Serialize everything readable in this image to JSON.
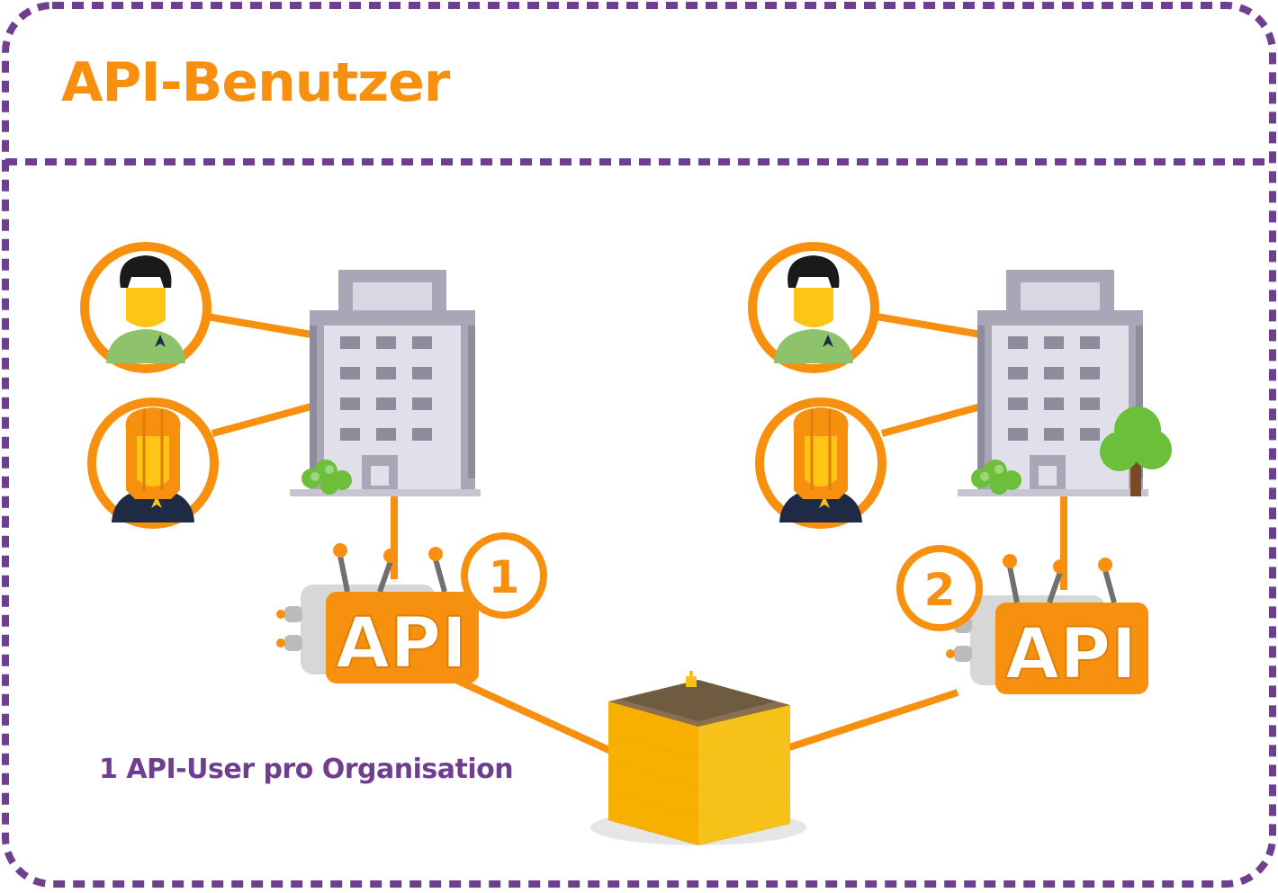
{
  "title": "API-Benutzer",
  "caption": "1 API-User pro Organisation",
  "api_label": "API",
  "badges": [
    "1",
    "2"
  ],
  "colors": {
    "border": "#6f3f8f",
    "accent": "#f7900e",
    "building": "#a9a6b8",
    "storage": "#f6c21a",
    "shirt_green": "#8fc36b",
    "shirt_dark": "#1f2a44",
    "tree_green": "#6bbf3a"
  },
  "icons": [
    "user-icon",
    "building-icon",
    "api-gateway-icon",
    "database-icon",
    "tree-icon",
    "bush-icon"
  ]
}
